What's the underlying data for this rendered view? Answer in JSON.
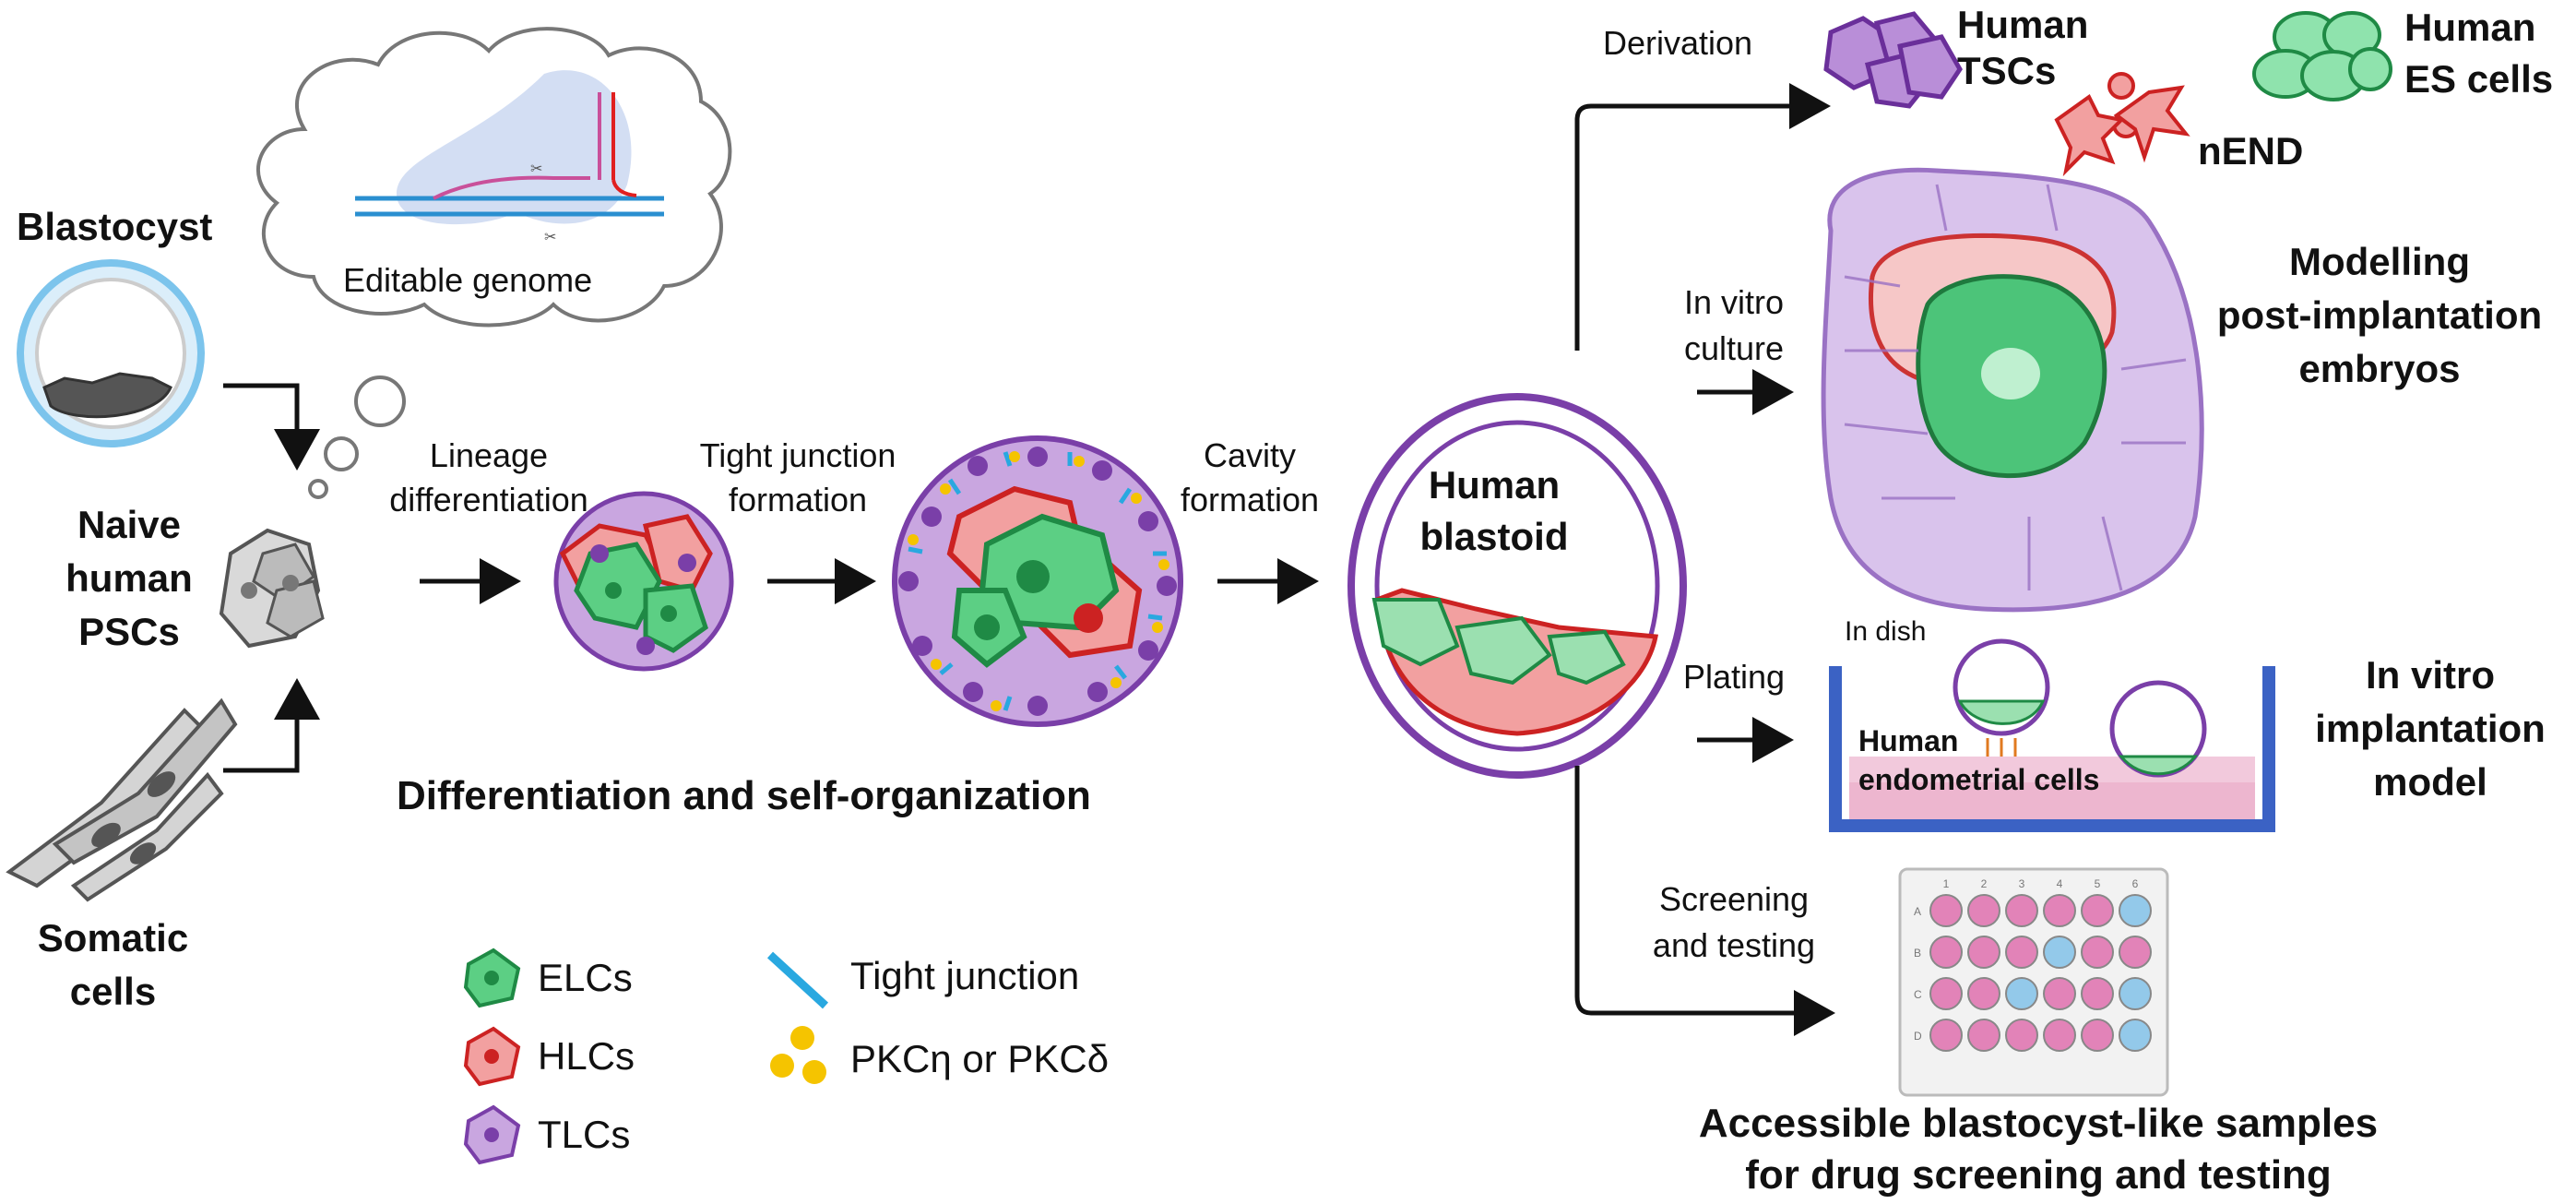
{
  "left": {
    "blastocyst": "Blastocyst",
    "naive_line1": "Naive",
    "naive_line2": "human",
    "naive_line3": "PSCs",
    "somatic_line1": "Somatic",
    "somatic_line2": "cells",
    "genome_caption": "Editable genome"
  },
  "steps": {
    "lineage_line1": "Lineage",
    "lineage_line2": "differentiation",
    "tight_line1": "Tight junction",
    "tight_line2": "formation",
    "cavity_line1": "Cavity",
    "cavity_line2": "formation"
  },
  "blastoid": {
    "line1": "Human",
    "line2": "blastoid"
  },
  "section_title": "Differentiation and self-organization",
  "legend": {
    "elcs": "ELCs",
    "hlcs": "HLCs",
    "tlcs": "TLCs",
    "tight_junction": "Tight junction",
    "pkc": "PKCη or PKCδ"
  },
  "right": {
    "derivation": "Derivation",
    "tscs_line1": "Human",
    "tscs_line2": "TSCs",
    "es_line1": "Human",
    "es_line2": "ES cells",
    "nend": "nEND",
    "invitro_line1": "In vitro",
    "invitro_line2": "culture",
    "modelling_line1": "Modelling",
    "modelling_line2": "post-implantation",
    "modelling_line3": "embryos",
    "plating": "Plating",
    "in_dish": "In dish",
    "endo_line1": "Human",
    "endo_line2": "endometrial cells",
    "implant_line1": "In vitro",
    "implant_line2": "implantation",
    "implant_line3": "model",
    "screening_line1": "Screening",
    "screening_line2": "and testing",
    "plate_cols": [
      "1",
      "2",
      "3",
      "4",
      "5",
      "6"
    ],
    "plate_rows": [
      "A",
      "B",
      "C",
      "D"
    ],
    "plate_blue_wells": [
      [
        0,
        5
      ],
      [
        1,
        3
      ],
      [
        2,
        2
      ],
      [
        2,
        5
      ],
      [
        3,
        5
      ]
    ],
    "access_line1": "Accessible blastocyst-like samples",
    "access_line2": "for drug screening and testing"
  },
  "colors": {
    "elc_fill": "#5ccf84",
    "elc_stroke": "#1f8a45",
    "hlc_fill": "#f2a0a0",
    "hlc_stroke": "#cc2222",
    "tlc_fill": "#c9a6e0",
    "tlc_stroke": "#7a3fa8",
    "tight_junction": "#29a8e0",
    "pkc": "#f5c400",
    "well_pink": "#e283b8",
    "well_blue": "#93c9ea",
    "dish_blue": "#3b62c4"
  }
}
